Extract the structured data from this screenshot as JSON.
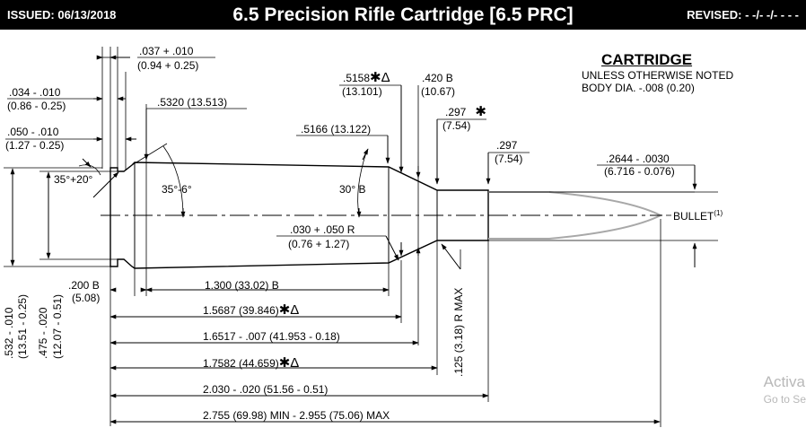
{
  "header": {
    "issued": "ISSUED:  06/13/2018",
    "title": "6.5 Precision Rifle Cartridge [6.5 PRC]",
    "revised": "REVISED:  - -/- -/- - - -"
  },
  "notes": {
    "heading": "CARTRIDGE",
    "line1": "UNLESS OTHERWISE NOTED",
    "line2": "BODY DIA. -.008 (0.20)"
  },
  "dimensions": {
    "rim_thickness_a": ".037 + .010",
    "rim_thickness_b": "(0.94 + 0.25)",
    "extractor_depth_a": ".034 - .010",
    "extractor_depth_b": "(0.86 - 0.25)",
    "groove_width_a": ".050 - .010",
    "groove_width_b": "(1.27 - 0.25)",
    "body_base_dia": ".5320 (13.513)",
    "body_shoulder_dia": ".5166 (13.122)",
    "shoulder_dia_a": ".5158",
    "shoulder_dia_b": "(13.101)",
    "neck_length_a": ".420  B",
    "neck_length_b": "(10.67)",
    "neck_dia_a": ".297",
    "neck_dia_b": "(7.54)",
    "mouth_dia_a": ".297",
    "mouth_dia_b": "(7.54)",
    "bullet_dia_a": ".2644 - .0030",
    "bullet_dia_b": "(6.716 - 0.076)",
    "rim_angle": "35°+20°",
    "groove_angle": "35°-6°",
    "shoulder_angle": "30°  B",
    "fillet_radius_a": ".030 + .050 R",
    "fillet_radius_b": "(0.76 + 1.27)",
    "radius_max": ".125 (3.18) R MAX",
    "base_to_groove_a": ".200  B",
    "base_to_groove_b": "(5.08)",
    "body_length": "1.300   (33.02)  B",
    "shoulder_start": "1.5687 (39.846)",
    "shoulder_end": "1.6517 - .007 (41.953 - 0.18)",
    "neck_start": "1.7582 (44.659)",
    "case_length": "2.030 - .020 (51.56 - 0.51)",
    "overall_length": "2.755 (69.98) MIN - 2.955 (75.06) MAX",
    "rim_dia_a": ".532 - .010",
    "rim_dia_b": "(13.51 - 0.25)",
    "groove_dia_a": ".475 - .020",
    "groove_dia_b": "(12.07 - 0.51)",
    "bullet_label": "BULLET",
    "bullet_footnote": "(1)",
    "star": "✱",
    "star_delta": "✱Δ"
  },
  "watermark": {
    "line1": "Activa",
    "line2": "Go to Se"
  }
}
